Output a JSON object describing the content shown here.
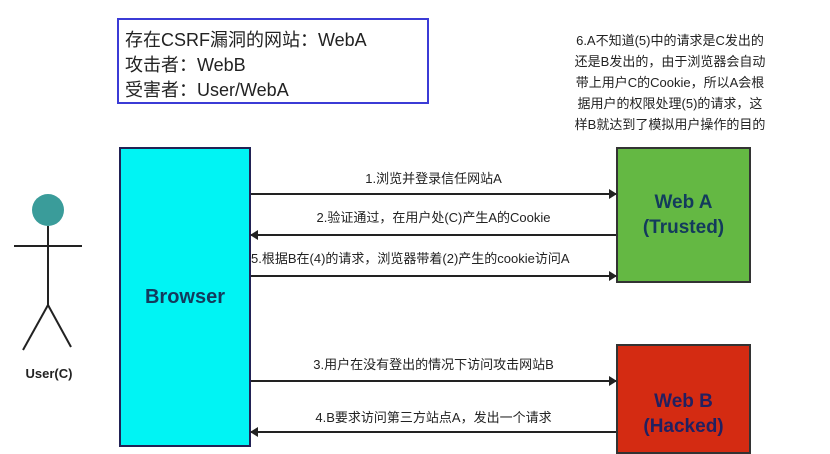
{
  "info": {
    "lines": [
      "存在CSRF漏洞的网站：WebA",
      "攻击者：WebB",
      "受害者：User/WebA"
    ]
  },
  "note": {
    "lines": [
      "6.A不知道(5)中的请求是C发出的",
      "还是B发出的，由于浏览器会自动",
      "带上用户C的Cookie，所以A会根",
      "据用户的权限处理(5)的请求，这",
      "样B就达到了模拟用户操作的目的"
    ]
  },
  "actor": {
    "label": "User(C)"
  },
  "browser": {
    "label": "Browser"
  },
  "weba": {
    "line1": "Web A",
    "line2": "(Trusted)"
  },
  "webb": {
    "line1": "Web B",
    "line2": "(Hacked)"
  },
  "steps": [
    {
      "label": "1.浏览并登录信任网站A",
      "direction": "right"
    },
    {
      "label": "2.验证通过，在用户处(C)产生A的Cookie",
      "direction": "left"
    },
    {
      "label": "5.根据B在(4)的请求，浏览器带着(2)产生的cookie访问A",
      "direction": "right"
    },
    {
      "label": "3.用户在没有登出的情况下访问攻击网站B",
      "direction": "right"
    },
    {
      "label": "4.B要求访问第三方站点A，发出一个请求",
      "direction": "left"
    }
  ]
}
